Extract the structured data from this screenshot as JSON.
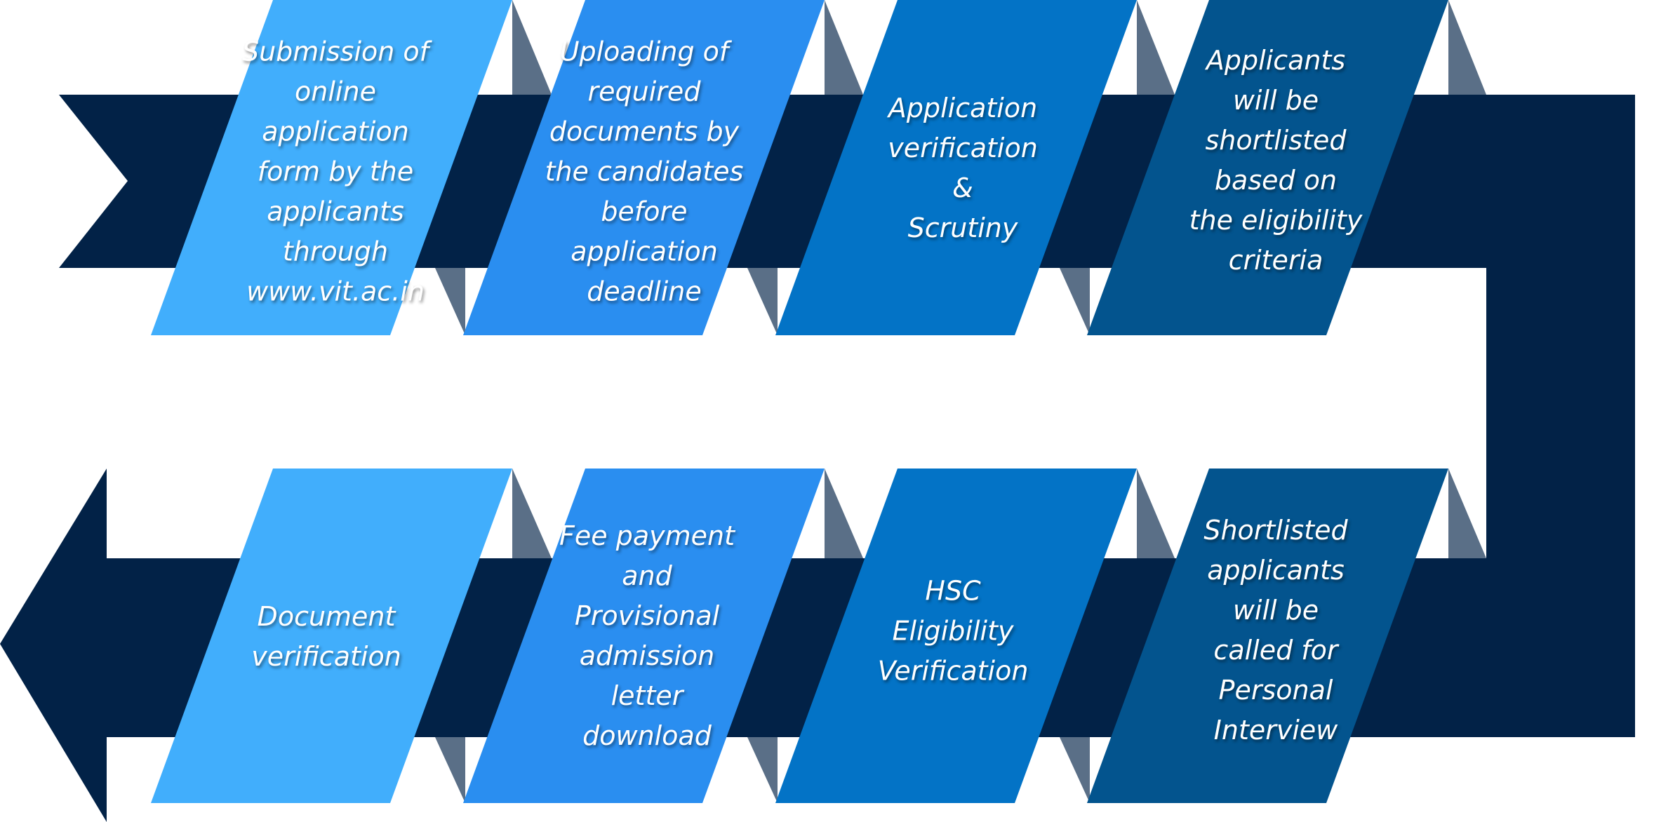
{
  "colors": {
    "band": "#022247",
    "fold": "#5a6f87",
    "box_1": "#41aefc",
    "box_2": "#2a8ef0",
    "box_3": "#0373c6",
    "box_4": "#03548e"
  },
  "top_row": [
    {
      "text": "Submission of\nonline\napplication\nform by the\napplicants\nthrough\nwww.vit.ac.in"
    },
    {
      "text": "Uploading of\nrequired\ndocuments by\nthe candidates\nbefore\napplication\ndeadline"
    },
    {
      "text": "Application\nverification\n&\nScrutiny"
    },
    {
      "text": "Applicants\nwill be\nshortlisted\nbased on\nthe eligibility\ncriteria"
    }
  ],
  "bottom_row": [
    {
      "text": "Document\nverification"
    },
    {
      "text": "Fee payment\nand\nProvisional\nadmission\nletter\ndownload"
    },
    {
      "text": "HSC\nEligibility\nVerification"
    },
    {
      "text": "Shortlisted\napplicants\nwill be\ncalled for\nPersonal\nInterview"
    }
  ]
}
